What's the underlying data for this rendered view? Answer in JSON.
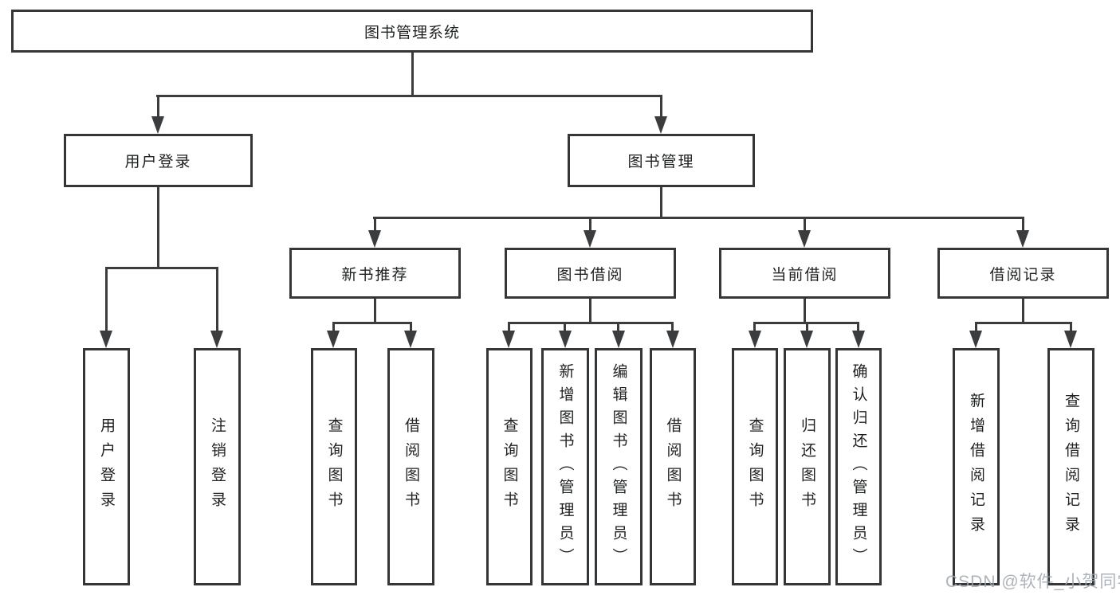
{
  "tree": {
    "root": {
      "label": "图书管理系统",
      "children": [
        {
          "label": "用户登录",
          "children": [
            {
              "label": "用户登录"
            },
            {
              "label": "注销登录"
            }
          ]
        },
        {
          "label": "图书管理",
          "children": [
            {
              "label": "新书推荐",
              "children": [
                {
                  "label": "查询图书"
                },
                {
                  "label": "借阅图书"
                }
              ]
            },
            {
              "label": "图书借阅",
              "children": [
                {
                  "label": "查询图书"
                },
                {
                  "label": "新增图书（管理员）"
                },
                {
                  "label": "编辑图书（管理员）"
                },
                {
                  "label": "借阅图书"
                }
              ]
            },
            {
              "label": "当前借阅",
              "children": [
                {
                  "label": "查询图书"
                },
                {
                  "label": "归还图书"
                },
                {
                  "label": "确认归还（管理员）"
                }
              ]
            },
            {
              "label": "借阅记录",
              "children": [
                {
                  "label": "新增借阅记录"
                },
                {
                  "label": "查询借阅记录"
                }
              ]
            }
          ]
        }
      ]
    }
  },
  "watermark": {
    "text": "CSDN @软件_小贺同学",
    "color": "#a0a6af"
  },
  "colors": {
    "line": "#3a3c3e",
    "box_border": "#343638",
    "text": "#1e2022",
    "background": "#ffffff"
  }
}
